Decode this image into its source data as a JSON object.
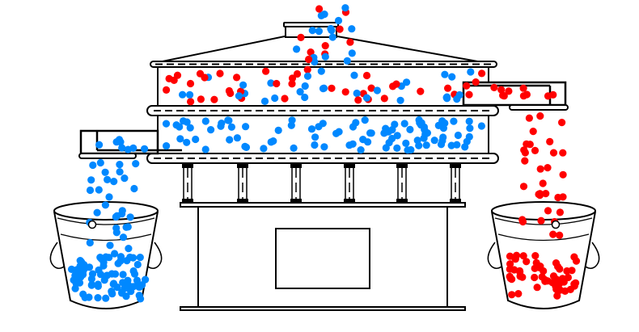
{
  "colors": {
    "coarse_particles": "#ff0000",
    "fine_particles": "#0088ff",
    "outline": "#000000",
    "background": "#ffffff"
  },
  "particles": {
    "inlet_stream": "mixed",
    "upper_deck": "mixed",
    "lower_deck": "fine",
    "left_outlet": "fine",
    "right_outlet": "coarse",
    "left_bucket": "fine",
    "right_bucket": "coarse"
  }
}
